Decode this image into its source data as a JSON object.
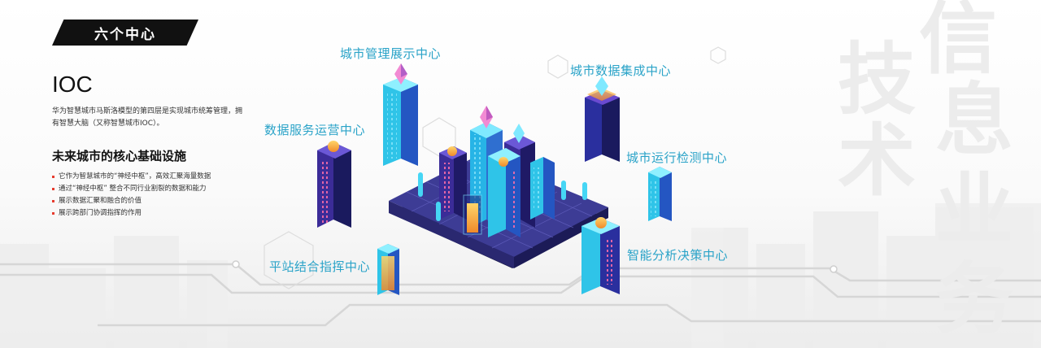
{
  "header": {
    "badge": "六个中心"
  },
  "intro": {
    "title": "IOC",
    "description": "华为智慧城市马斯洛模型的第四层是实现城市统筹管理，拥有智慧大脑（又称智慧城市IOC）。"
  },
  "features": {
    "title": "未来城市的核心基础设施",
    "items": [
      "它作为智慧城市的“神经中枢”，高效汇聚海量数据",
      "通过“神经中枢” 整合不同行业割裂的数据和能力",
      "展示数据汇聚和融合的价值",
      "展示跨部门协调指挥的作用"
    ]
  },
  "centers": [
    "城市管理展示中心",
    "城市数据集成中心",
    "数据服务运营中心",
    "城市运行检测中心",
    "平站结合指挥中心",
    "智能分析决策中心"
  ],
  "watermark": [
    "信",
    "息",
    "技",
    "术",
    "业",
    "务"
  ],
  "colors": {
    "label": "#2aa3c8",
    "badge_bg": "#111111",
    "platform": "#3b3a8f",
    "building_cyan": "#2fc4e8",
    "building_purple": "#4a2fa3",
    "accent_orange": "#f39a3a",
    "bullet": "#e63b2e"
  }
}
